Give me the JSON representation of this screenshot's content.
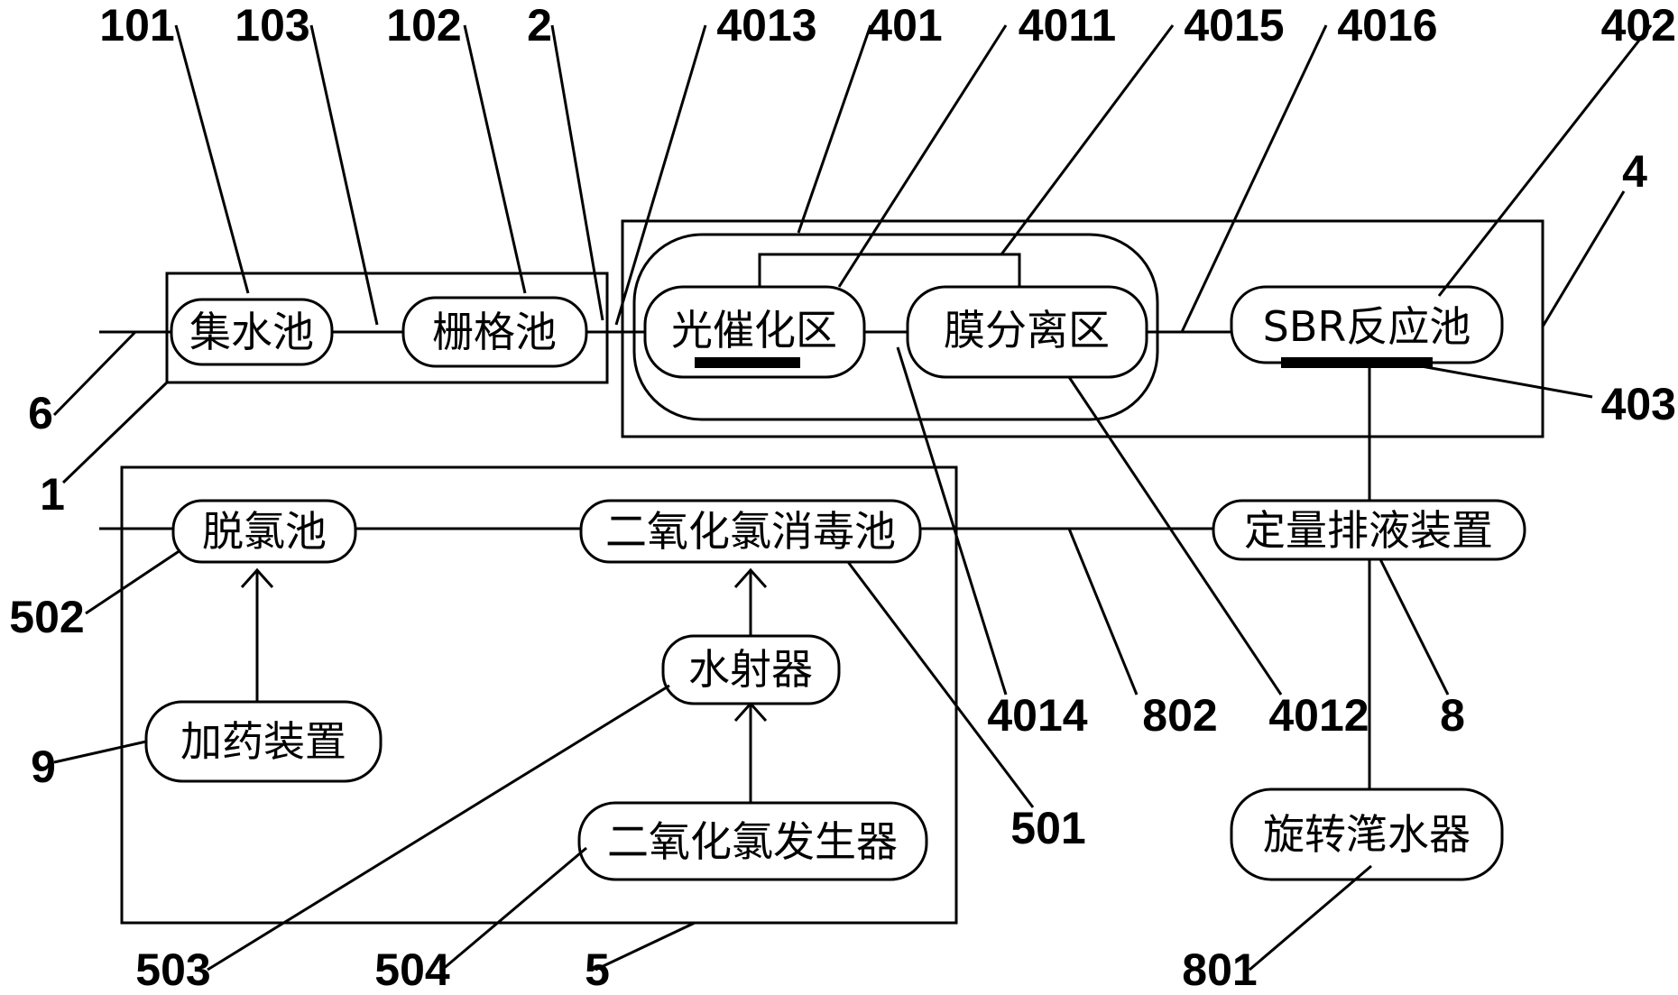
{
  "boxes": {
    "collect": "集水池",
    "grille": "栅格池",
    "photo": "光催化区",
    "membrane": "膜分离区",
    "sbr": "SBR反应池",
    "dosing_drain": "定量排液装置",
    "dechlor": "脱氯池",
    "disinfect": "二氧化氯消毒池",
    "ejector": "水射器",
    "chem_dose": "加药装置",
    "generator": "二氧化氯发生器",
    "decanter": "旋转滗水器"
  },
  "refs": {
    "r101": "101",
    "r103": "103",
    "r102": "102",
    "r2": "2",
    "r4013": "4013",
    "r401": "401",
    "r4011": "4011",
    "r4015": "4015",
    "r4016": "4016",
    "r402": "402",
    "r4": "4",
    "r403": "403",
    "r6": "6",
    "r1": "1",
    "r502": "502",
    "r9": "9",
    "r4014": "4014",
    "r802": "802",
    "r4012": "4012",
    "r8": "8",
    "r501": "501",
    "r503": "503",
    "r504": "504",
    "r5": "5",
    "r801": "801"
  }
}
